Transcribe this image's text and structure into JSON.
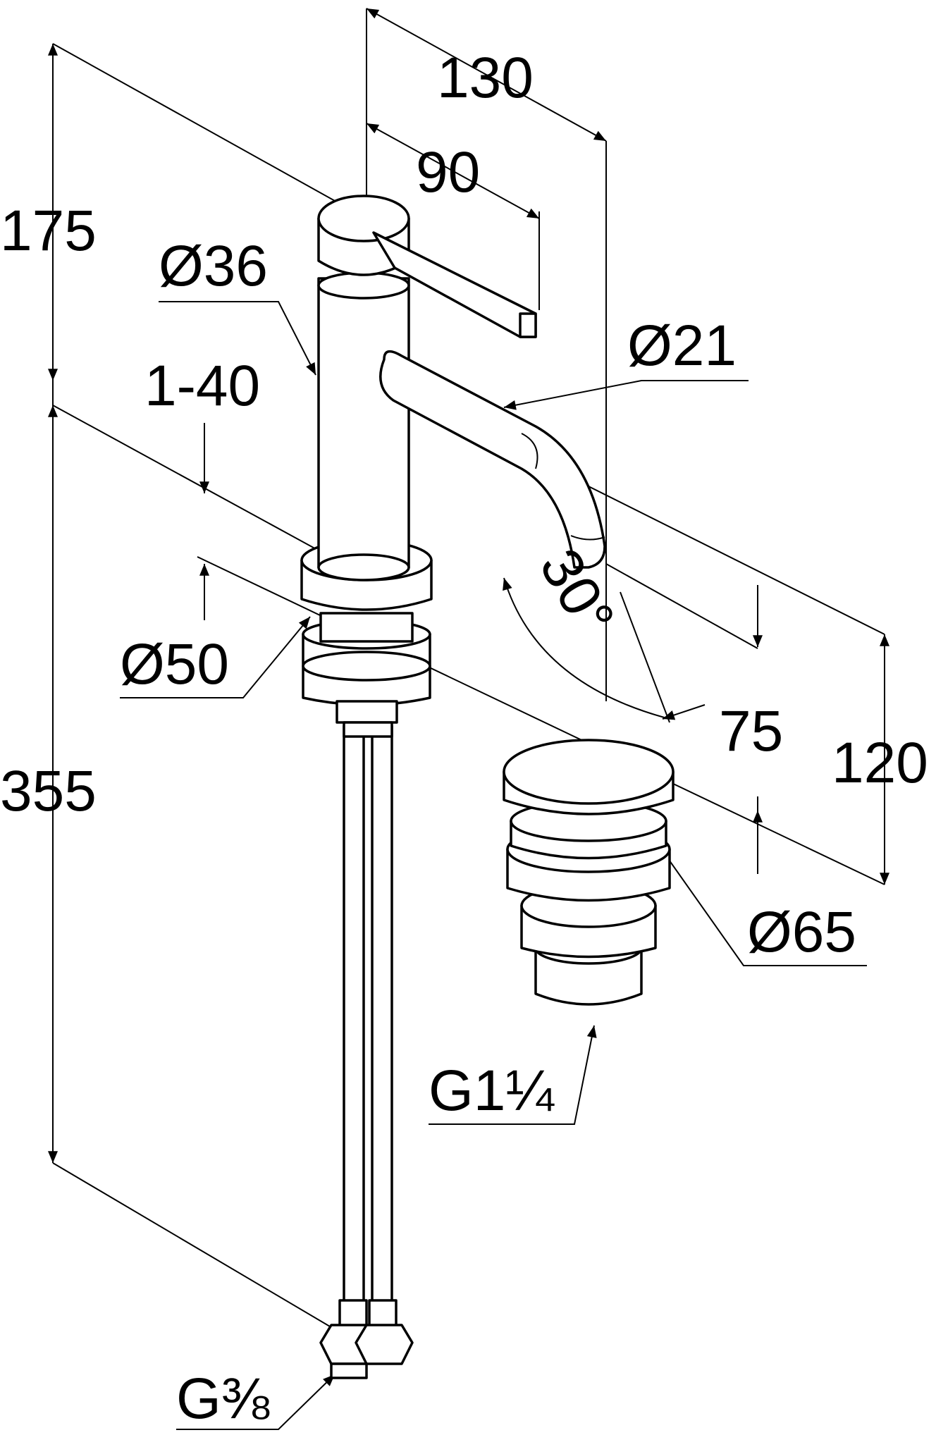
{
  "dimensions": {
    "width_total": "130",
    "handle_reach": "90",
    "upper_height": "175",
    "body_diameter": "Ø36",
    "spout_diameter": "Ø21",
    "deck_thickness": "1-40",
    "spout_angle": "30°",
    "spout_height": "75",
    "drain_height": "120",
    "base_diameter": "Ø50",
    "total_height": "355",
    "drain_diameter": "Ø65",
    "drain_thread": "G1¼",
    "supply_thread": "G⅜"
  }
}
